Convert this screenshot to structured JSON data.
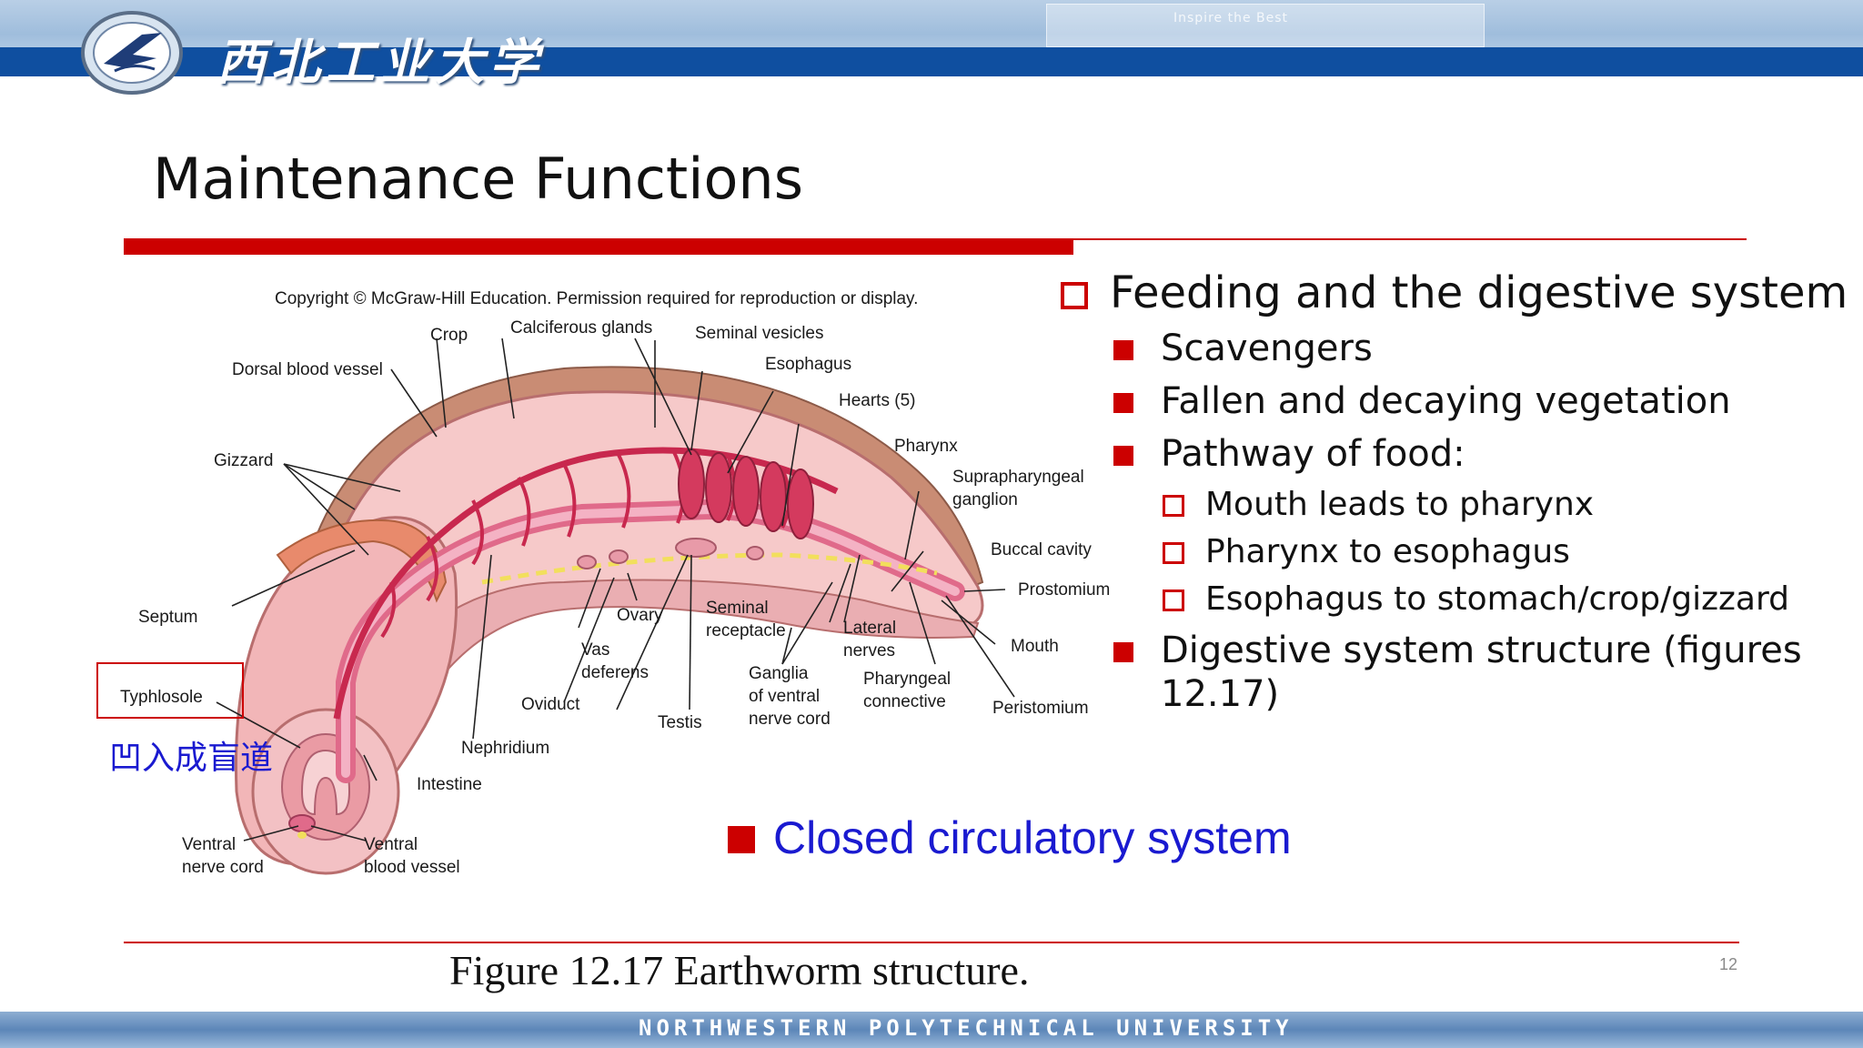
{
  "header": {
    "university_cn": "西北工业大学",
    "banner_text": "Inspire the Best"
  },
  "title": "Maintenance Functions",
  "figure": {
    "copyright": "Copyright © McGraw-Hill Education. Permission required for reproduction or display.",
    "labels": {
      "crop": "Crop",
      "calciferous_glands": "Calciferous glands",
      "seminal_vesicles": "Seminal vesicles",
      "dorsal_blood_vessel": "Dorsal blood vessel",
      "esophagus": "Esophagus",
      "hearts": "Hearts (5)",
      "pharynx": "Pharynx",
      "gizzard": "Gizzard",
      "suprapharyngeal_ganglion": "Suprapharyngeal\nganglion",
      "buccal_cavity": "Buccal cavity",
      "prostomium": "Prostomium",
      "septum": "Septum",
      "ovary": "Ovary",
      "seminal_receptacle": "Seminal\nreceptacle",
      "lateral_nerves": "Lateral\nnerves",
      "mouth": "Mouth",
      "vas_deferens": "Vas\ndeferens",
      "typhlosole": "Typhlosole",
      "oviduct": "Oviduct",
      "ganglia": "Ganglia\nof ventral\nnerve cord",
      "pharyngeal_connective": "Pharyngeal\nconnective",
      "peristomium": "Peristomium",
      "testis": "Testis",
      "nephridium": "Nephridium",
      "intestine": "Intestine",
      "ventral_nerve_cord": "Ventral\nnerve cord",
      "ventral_blood_vessel": "Ventral\nblood vessel"
    },
    "cn_annotation": "凹入成盲道"
  },
  "bullets": {
    "feeding": "Feeding and the digestive system",
    "scavengers": "Scavengers",
    "fallen": "Fallen and decaying vegetation",
    "pathway": "Pathway of food:",
    "mouth_pharynx": "Mouth leads to pharynx",
    "pharynx_esophagus": "Pharynx to esophagus",
    "esophagus_stomach": "Esophagus to stomach/crop/gizzard",
    "structure_line1": "Digestive system structure (figures",
    "structure_line2": "12.17)",
    "closed": "Closed circulatory system"
  },
  "caption": "Figure 12.17  Earthworm structure.",
  "page_number": "12",
  "footer": "NORTHWESTERN POLYTECHNICAL UNIVERSITY",
  "colors": {
    "accent_red": "#cc0000",
    "header_blue": "#0f4fa0",
    "annotation_blue": "#1a1ad0"
  }
}
